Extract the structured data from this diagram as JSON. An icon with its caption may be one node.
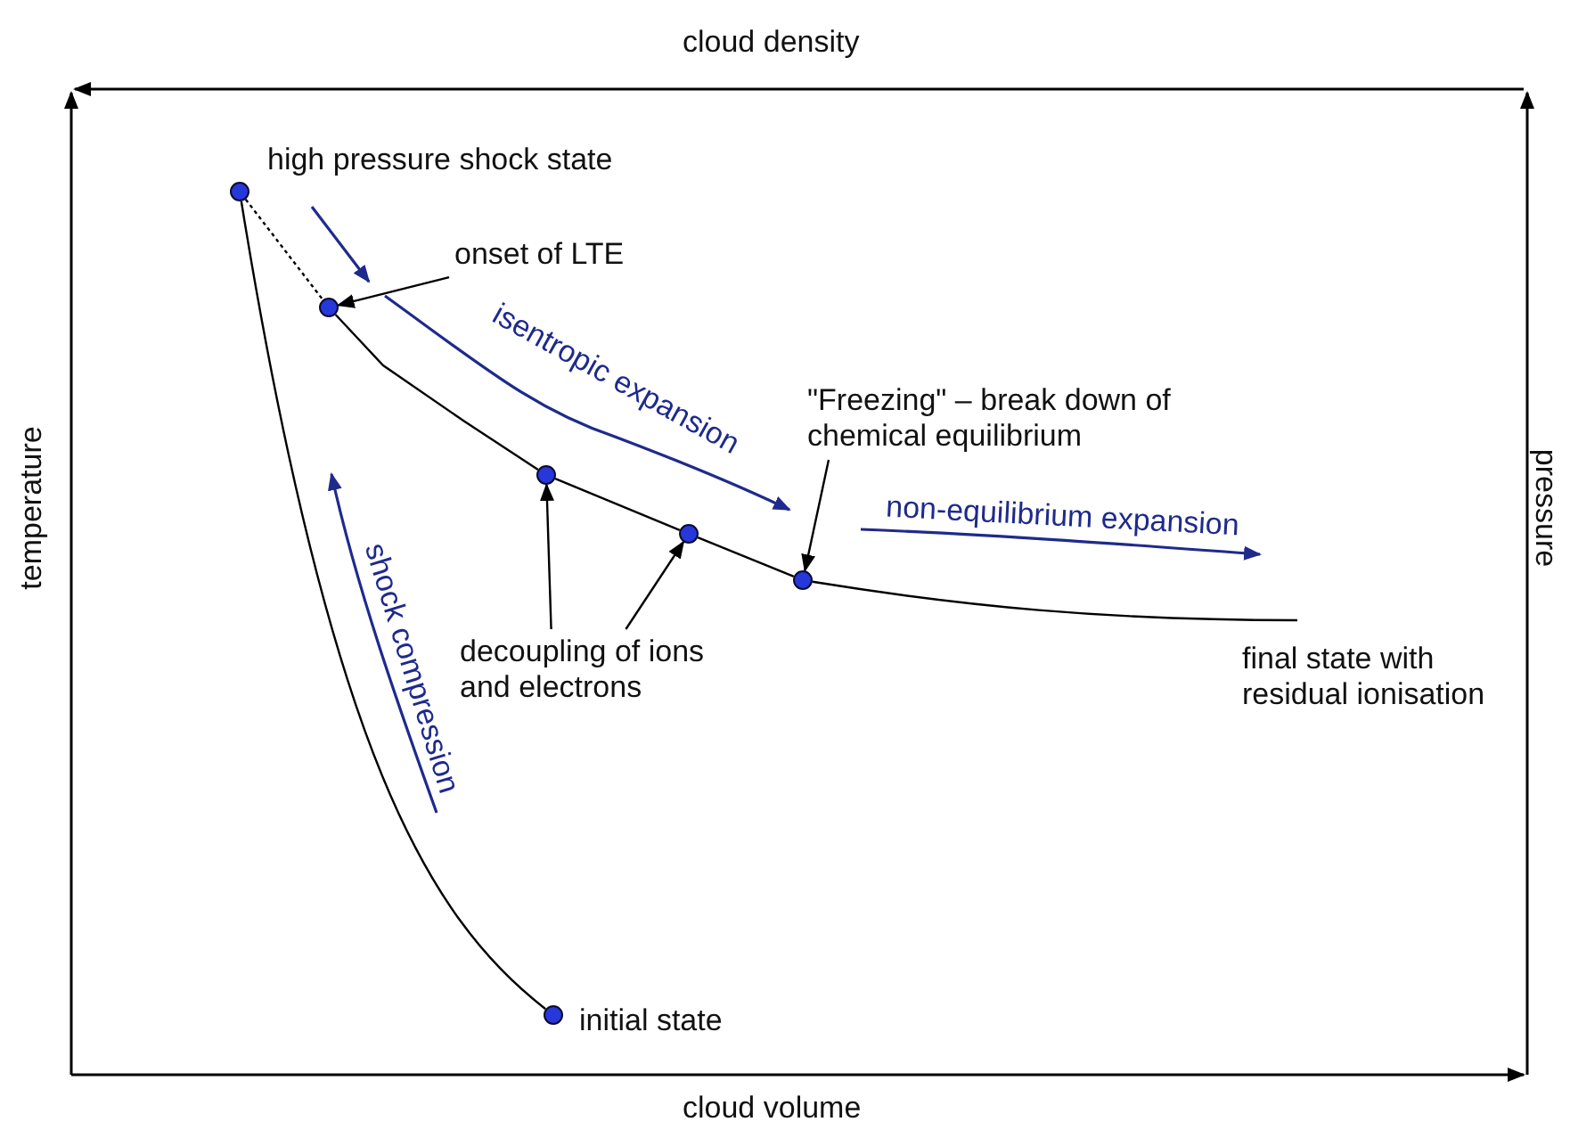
{
  "diagram": {
    "nodes": [
      {
        "text": [],
        "shape": "circle",
        "beside": [
          "high pressure shock state"
        ]
      },
      {
        "text": [],
        "shape": "circle"
      },
      {
        "text": [],
        "shape": "circle"
      },
      {
        "text": [],
        "shape": "circle"
      },
      {
        "text": [],
        "shape": "circle"
      },
      {
        "text": [],
        "shape": "circle",
        "beside": [
          "initial state"
        ]
      },
      {
        "text": [
          "onset of LTE"
        ]
      },
      {
        "text": [
          "decoupling of ions and electrons"
        ]
      },
      {
        "text": [
          "\"Freezing\" – break down of chemical equilibrium"
        ]
      }
    ],
    "edges": [
      {
        "from": 5,
        "to": 0,
        "arrow": "none"
      },
      {
        "from": 0,
        "to": 1,
        "arrow": "none",
        "style": "dashed"
      },
      {
        "from": 1,
        "to": 2,
        "arrow": "none"
      },
      {
        "from": 2,
        "to": 3,
        "arrow": "none"
      },
      {
        "from": 3,
        "to": 4,
        "arrow": "none"
      },
      {
        "from": 4,
        "to": null,
        "arrow": "none"
      },
      {
        "from": 6,
        "to": 1,
        "arrow": "to"
      },
      {
        "from": 7,
        "to": 2,
        "arrow": "to"
      },
      {
        "from": 7,
        "to": 3,
        "arrow": "to"
      },
      {
        "from": 8,
        "to": 4,
        "arrow": "to"
      }
    ],
    "labels": [
      "cloud density",
      "temperature",
      "pressure",
      "isentropic expansion",
      "non-equilibrium expansion",
      "shock compression",
      "final state with residual ionisation",
      "cloud volume"
    ]
  }
}
